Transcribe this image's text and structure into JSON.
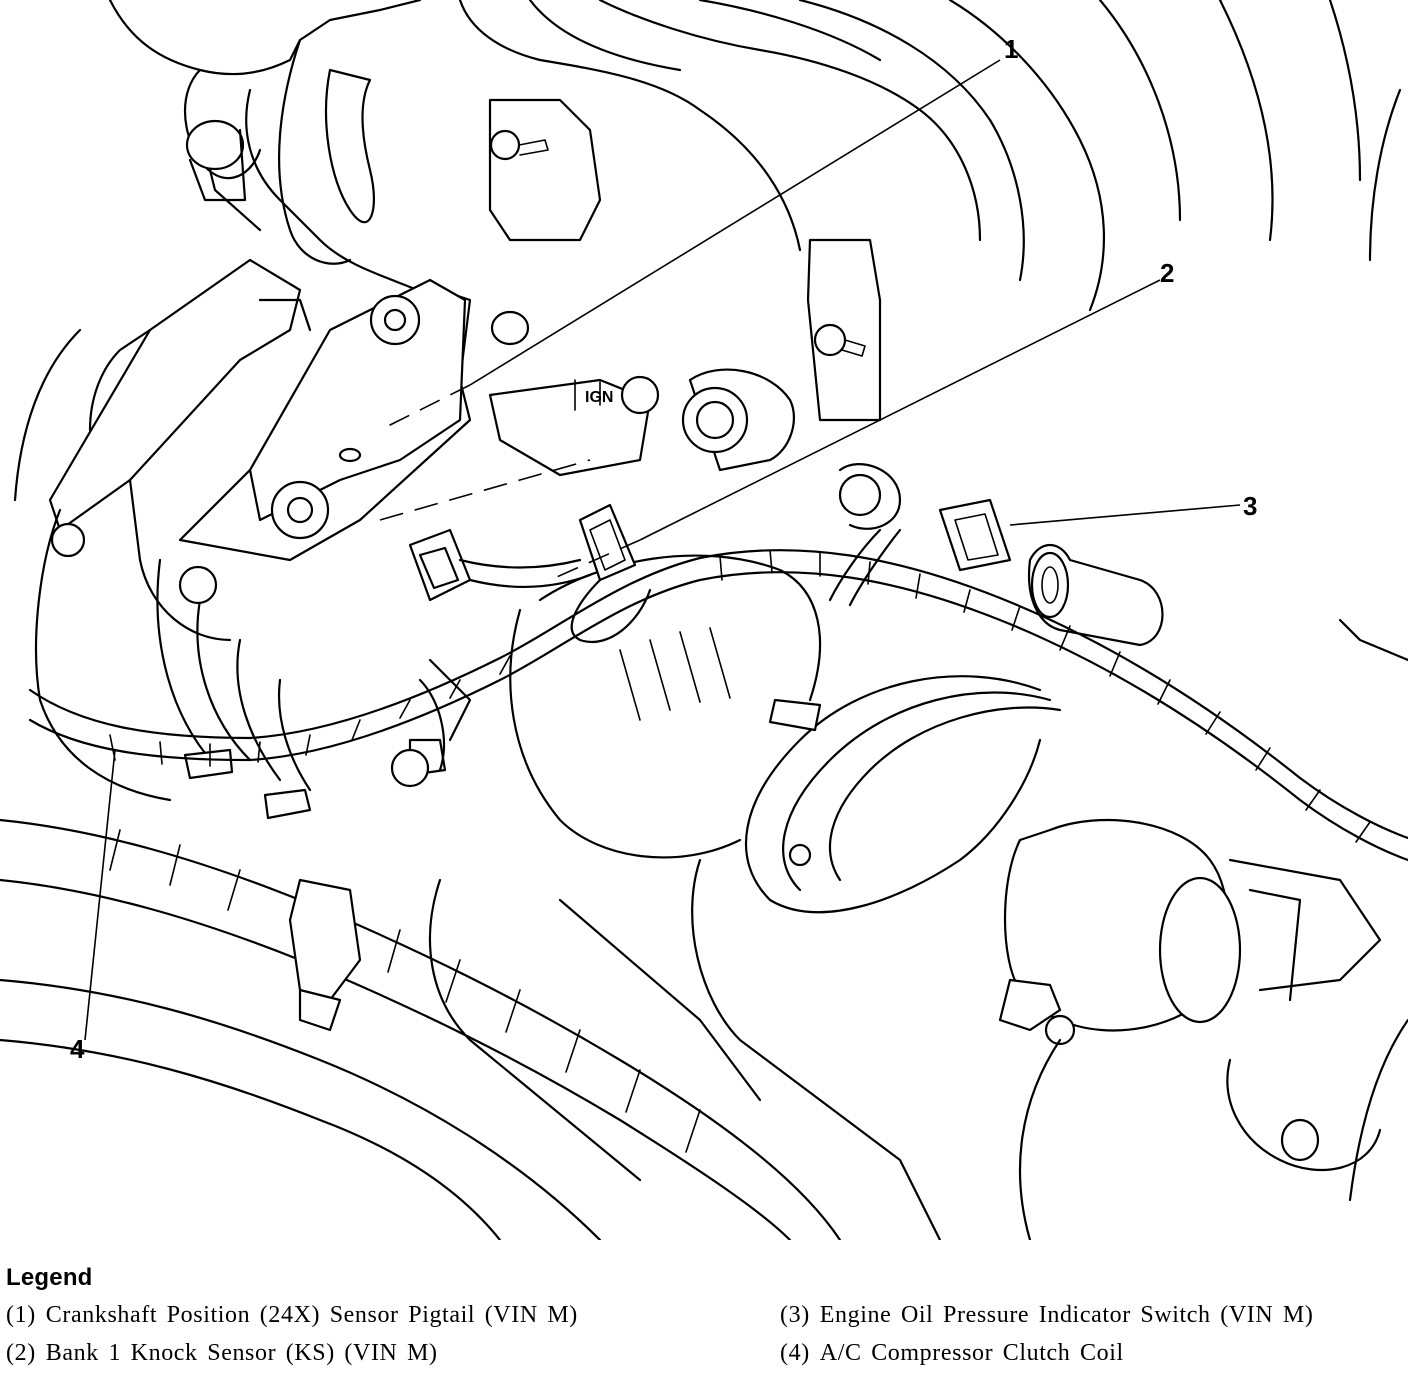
{
  "callouts": [
    "1",
    "2",
    "3",
    "4"
  ],
  "legend": {
    "title": "Legend",
    "items": [
      {
        "number": "(1)",
        "text": "Crankshaft Position (24X) Sensor Pigtail (VIN M)"
      },
      {
        "number": "(2)",
        "text": "Bank 1 Knock Sensor (KS) (VIN M)"
      },
      {
        "number": "(3)",
        "text": "Engine Oil Pressure Indicator Switch (VIN M)"
      },
      {
        "number": "(4)",
        "text": "A/C Compressor Clutch Coil"
      }
    ]
  },
  "part_marking": "IGN"
}
